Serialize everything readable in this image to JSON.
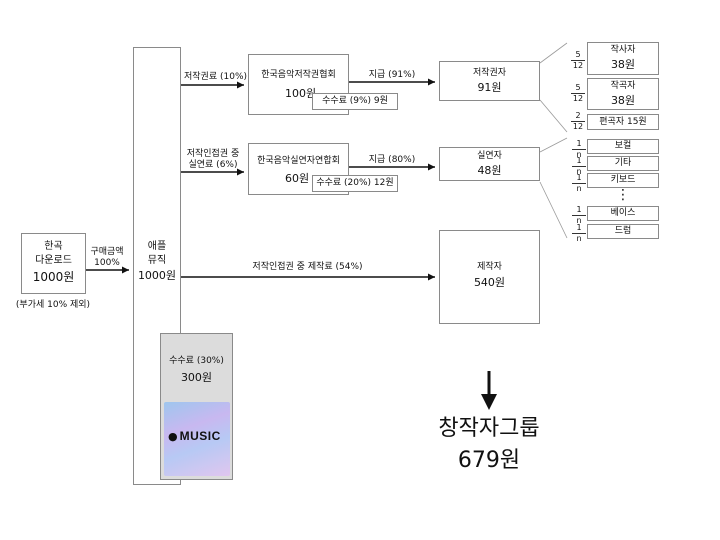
{
  "purchase": {
    "line1": "한곡",
    "line2": "다운로드",
    "price": "1000원",
    "tax_note": "(부가세 10% 제외)"
  },
  "purchase_arrow": {
    "label1": "구매금액",
    "label2": "100%"
  },
  "apple": {
    "line1": "애플",
    "line2": "뮤직",
    "amount": "1000원",
    "fee_label": "수수료 (30%)",
    "fee_amount": "300원",
    "logo_text": "MUSIC"
  },
  "flows": {
    "copyright_fee": "저작권료 (10%)",
    "neighboring_perf_line1": "저작인접권 중",
    "neighboring_perf_line2": "실연료 (6%)",
    "neighboring_prod": "저작인접권 중 제작료 (54%)",
    "payout_komca": "지급 (91%)",
    "payout_fkmp": "지급 (80%)"
  },
  "komca": {
    "name": "한국음악저작권협회",
    "amount": "100원",
    "fee": "수수료 (9%) 9원"
  },
  "fkmp": {
    "name": "한국음악실연자연합회",
    "amount": "60원",
    "fee": "수수료 (20%) 12원"
  },
  "rights_holder": {
    "title": "저작권자",
    "amount": "91원"
  },
  "performer": {
    "title": "실연자",
    "amount": "48원"
  },
  "producer": {
    "title": "제작자",
    "amount": "540원"
  },
  "writers": [
    {
      "num": "5",
      "den": "12",
      "role": "작사자",
      "amount": "38원"
    },
    {
      "num": "5",
      "den": "12",
      "role": "작곡자",
      "amount": "38원"
    },
    {
      "num": "2",
      "den": "12",
      "label": "편곡자 15원"
    }
  ],
  "performers": {
    "num": "1",
    "den": "n",
    "items": [
      "보컬",
      "기타",
      "키보드",
      "베이스",
      "드럼"
    ],
    "ellipsis": "⋮"
  },
  "creators_total": {
    "title": "창작자그룹",
    "amount": "679원"
  }
}
